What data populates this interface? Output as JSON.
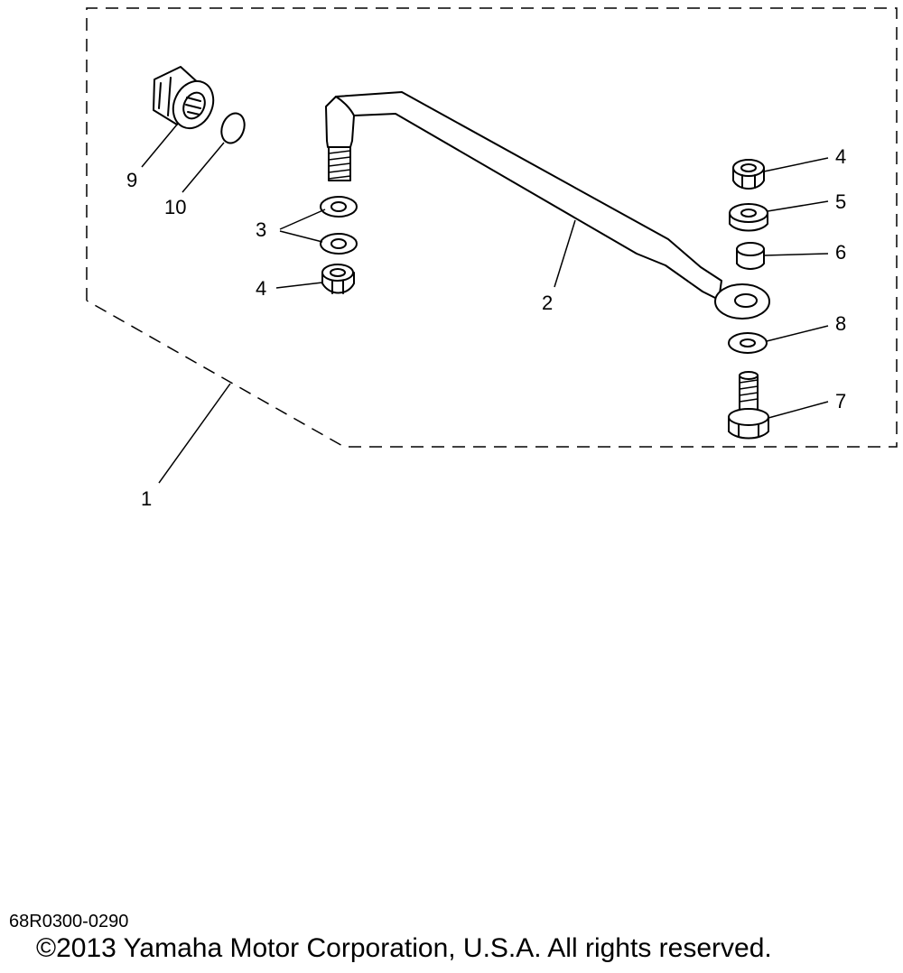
{
  "diagram": {
    "code": "68R0300-0290",
    "copyright": "©2013 Yamaha Motor Corporation, U.S.A. All rights reserved.",
    "callouts": {
      "c1": "1",
      "c2": "2",
      "c3": "3",
      "c4a": "4",
      "c4b": "4",
      "c5": "5",
      "c6": "6",
      "c7": "7",
      "c8": "8",
      "c9": "9",
      "c10": "10"
    }
  }
}
